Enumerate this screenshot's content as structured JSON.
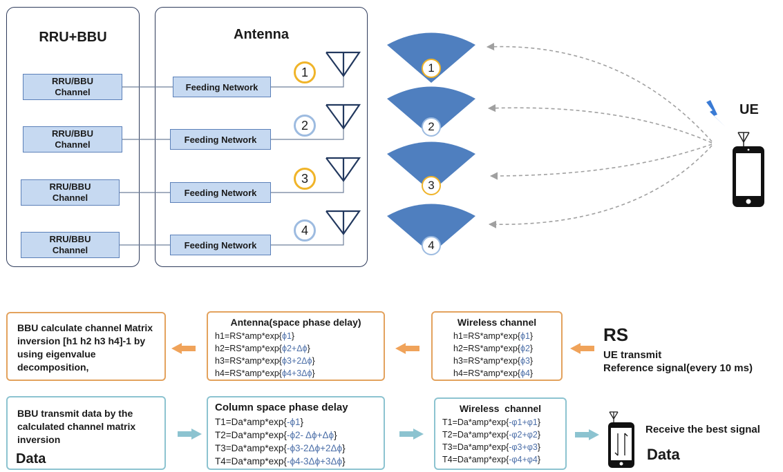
{
  "top": {
    "rru_title": "RRU+BBU",
    "antenna_title": "Antenna",
    "channels": [
      {
        "rru_label": "RRU/BBU\nChannel",
        "feed_label": "Feeding Network",
        "num": "1",
        "num_color": "#f0b429"
      },
      {
        "rru_label": "RRU/BBU\nChannel",
        "feed_label": "Feeding Network",
        "num": "2",
        "num_color": "#9dbbe0"
      },
      {
        "rru_label": "RRU/BBU\nChannel",
        "feed_label": "Feeding Network",
        "num": "3",
        "num_color": "#f0b429"
      },
      {
        "rru_label": "RRU/BBU\nChannel",
        "feed_label": "Feeding Network",
        "num": "4",
        "num_color": "#9dbbe0"
      }
    ],
    "beams": [
      {
        "num": "1",
        "num_color": "#f0b429"
      },
      {
        "num": "2",
        "num_color": "#9dbbe0"
      },
      {
        "num": "3",
        "num_color": "#f0b429"
      },
      {
        "num": "4",
        "num_color": "#9dbbe0"
      }
    ],
    "ue_label": "UE"
  },
  "uplink": {
    "rs_title": "RS",
    "rs_desc_1": "UE transmit",
    "rs_desc_2": "Reference signal(every 10 ms)",
    "wireless": {
      "title": "Wireless channel",
      "lines": [
        {
          "pre": "h1=RS*amp*exp{",
          "ph": "ϕ1",
          "post": "}"
        },
        {
          "pre": "h2=RS*amp*exp{",
          "ph": "ϕ2",
          "post": "}"
        },
        {
          "pre": "h3=RS*amp*exp{",
          "ph": "ϕ3",
          "post": "}"
        },
        {
          "pre": "h4=RS*amp*exp{",
          "ph": "ϕ4",
          "post": "}"
        }
      ]
    },
    "antenna": {
      "title": "Antenna(space phase delay)",
      "lines": [
        {
          "pre": "h1=RS*amp*exp{",
          "ph": "ϕ1",
          "post": "}"
        },
        {
          "pre": "h2=RS*amp*exp{",
          "ph": "ϕ2+Δϕ",
          "post": "}"
        },
        {
          "pre": "h3=RS*amp*exp{",
          "ph": "ϕ3+2Δϕ",
          "post": "}"
        },
        {
          "pre": "h4=RS*amp*exp{",
          "ph": "ϕ4+3Δϕ",
          "post": "}"
        }
      ]
    },
    "bbu_text": "BBU calculate channel Matrix inversion  [h1 h2 h3 h4]-1 by using eigenvalue decomposition,"
  },
  "downlink": {
    "bbu_text": "BBU transmit data by the calculated channel matrix inversion",
    "data_label": "Data",
    "column": {
      "title": "Column space phase delay",
      "lines": [
        {
          "pre": "T1=Da*amp*exp{",
          "ph": "-ϕ1",
          "post": "}"
        },
        {
          "pre": "T2=Da*amp*exp{",
          "ph": "-ϕ2- Δϕ+Δϕ",
          "post": "}"
        },
        {
          "pre": "T3=Da*amp*exp{",
          "ph": "-ϕ3-2Δϕ+2Δϕ",
          "post": "}"
        },
        {
          "pre": "T4=Da*amp*exp{",
          "ph": "-ϕ4-3Δϕ+3Δϕ",
          "post": "}"
        }
      ]
    },
    "wireless": {
      "title": "Wireless  channel",
      "lines": [
        {
          "pre": "T1=Da*amp*exp{",
          "ph": "-φ1+φ1",
          "post": "}"
        },
        {
          "pre": "T2=Da*amp*exp{",
          "ph": "-φ2+φ2",
          "post": "}"
        },
        {
          "pre": "T3=Da*amp*exp{",
          "ph": "-φ3+φ3",
          "post": "}"
        },
        {
          "pre": "T4=Da*amp*exp{",
          "ph": "-φ4+φ4",
          "post": "}"
        }
      ]
    },
    "receive_label": "Receive the best signal",
    "data_label_right": "Data"
  },
  "colors": {
    "beam": "#4f7fbf",
    "orange_arrow": "#f0a35a",
    "teal_arrow": "#8cc3d0",
    "phase_text": "#4c6fa8"
  }
}
